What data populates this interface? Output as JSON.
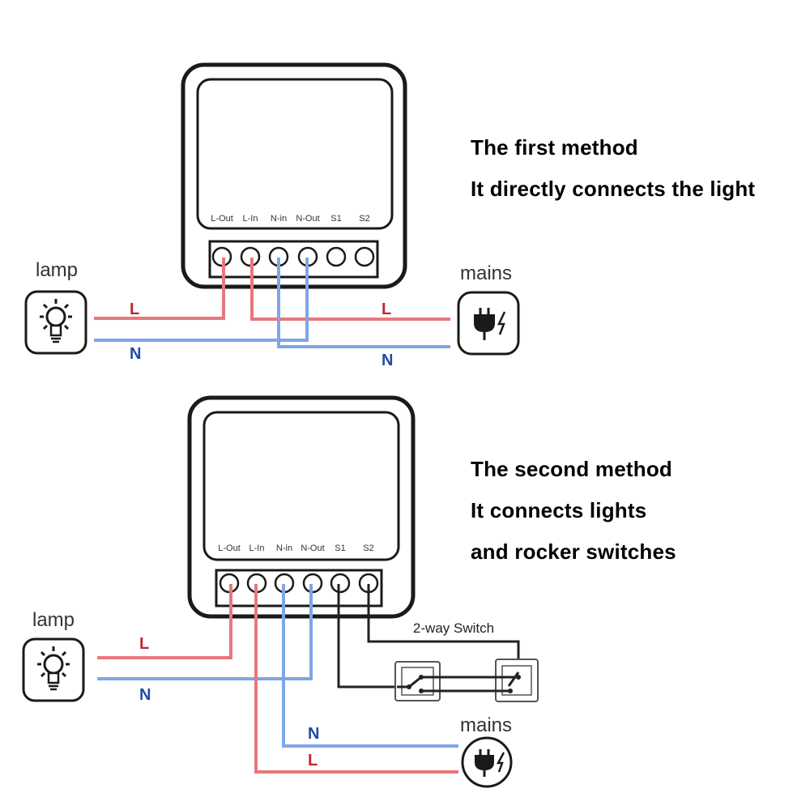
{
  "method1": {
    "title": "The first method",
    "line2": "It directly connects the light",
    "lamp_label": "lamp",
    "mains_label": "mains",
    "terminals": [
      "L-Out",
      "L-In",
      "N-in",
      "N-Out",
      "S1",
      "S2"
    ],
    "wire_labels": {
      "lamp_L": "L",
      "lamp_N": "N",
      "mains_L": "L",
      "mains_N": "N"
    }
  },
  "method2": {
    "title": "The second method",
    "line2": "It connects lights",
    "line3": "and rocker switches",
    "lamp_label": "lamp",
    "mains_label": "mains",
    "switch_label": "2-way Switch",
    "terminals": [
      "L-Out",
      "L-In",
      "N-in",
      "N-Out",
      "S1",
      "S2"
    ],
    "wire_labels": {
      "lamp_L": "L",
      "lamp_N": "N",
      "mains_N": "N",
      "mains_L": "L"
    }
  },
  "colors": {
    "live": "#e8787c",
    "neutral": "#7ea6e6",
    "live_text": "#c0282d",
    "neutral_text": "#1f4aa8"
  },
  "icons": [
    "lamp-bulb-icon",
    "mains-plug-icon",
    "rocker-switch-icon"
  ]
}
